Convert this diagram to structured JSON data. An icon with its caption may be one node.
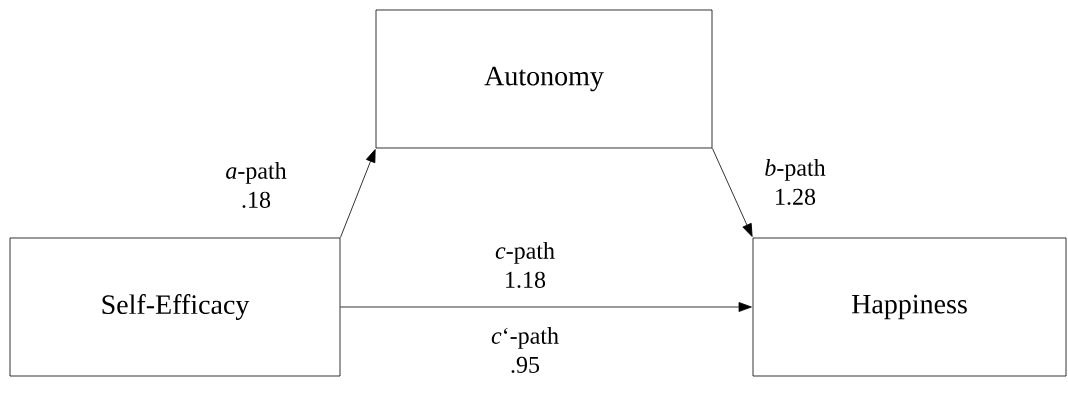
{
  "diagram": {
    "nodes": [
      {
        "text": [
          "Self-Efficacy"
        ]
      },
      {
        "text": [
          "Autonomy"
        ]
      },
      {
        "text": [
          "Happiness"
        ]
      }
    ],
    "edges": [
      {
        "from": 0,
        "to": 1,
        "arrow": "to",
        "label": "*a*-path .18"
      },
      {
        "from": 1,
        "to": 2,
        "arrow": "to",
        "label": "*b*-path 1.28"
      },
      {
        "from": 0,
        "to": 2,
        "arrow": "to",
        "label": "*c*-path 1.18"
      }
    ],
    "labels": [
      "*c*‘-path .95"
    ]
  }
}
